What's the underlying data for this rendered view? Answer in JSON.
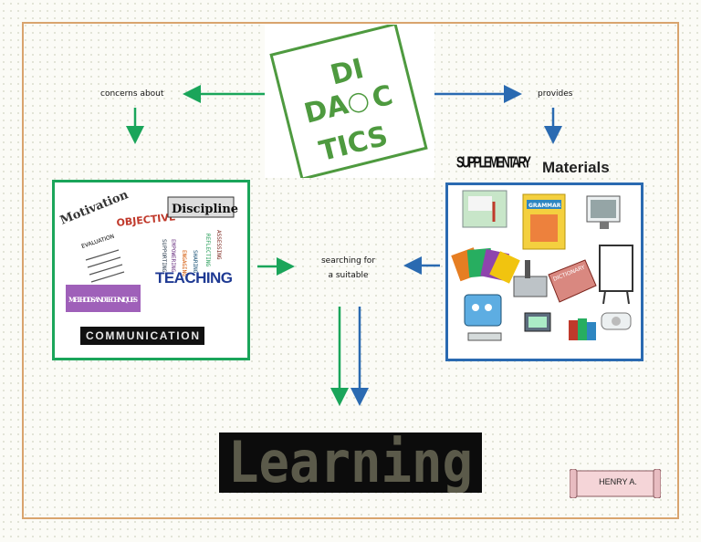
{
  "logo": {
    "letters": [
      "DI",
      "DA",
      "C",
      "TICS"
    ]
  },
  "labels": {
    "concerns": "concerns about",
    "provides": "provides",
    "searching_line1": "searching for",
    "searching_line2": "a suitable"
  },
  "supplementary": {
    "word1": "SUPPLEMENTARY",
    "word2": "Materials"
  },
  "teaching_collage": {
    "motivation": "Motivation",
    "objective": "OBJECTIVE",
    "discipline": "Discipline",
    "evaluation": "EVALUATION",
    "teaching": "TEACHING",
    "methods": "METHODS AND TECHNIQUES",
    "communication": "COMMUNICATION"
  },
  "materials_collage": {
    "dictionary": "DICTIONARY",
    "grammar": "GRAMMAR"
  },
  "learning_word": "Learning",
  "author": "HENRY A.",
  "colors": {
    "green": "#1aa55a",
    "blue": "#2a6ab1",
    "frame": "#d9a46e",
    "logo_green": "#4e9a3f"
  }
}
